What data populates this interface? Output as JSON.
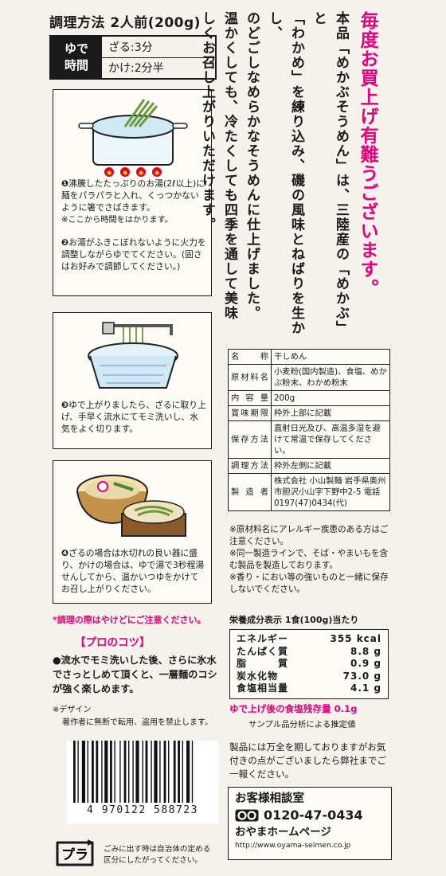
{
  "cooking": {
    "title": "調理方法 2人前(200g)",
    "boil_label_1": "ゆで",
    "boil_label_2": "時間",
    "zaru": "ざる:3分",
    "kake": "かけ:2分半"
  },
  "steps": [
    {
      "num": "❶",
      "text": "沸騰したたっぷりのお湯(2ℓ以上)に麺をパラパラと入れ、くっつかないように箸でさばきます。",
      "note": "※ここから時間をはかります。"
    },
    {
      "num": "❷",
      "text": "お湯がふきこぼれないように火力を調整しながらゆでてください。(固さはお好みで調節してください。)"
    },
    {
      "num": "❸",
      "text": "ゆで上がりましたら、ざるに取り上げ、手早く流水にてモミ洗いし、水気をよく切ります。"
    },
    {
      "num": "❹",
      "text": "ざるの場合は水切れの良い器に盛り、かけの場合は、ゆで湯で3秒程湯せんしてから、温かいつゆをかけてお召し上がりください。"
    }
  ],
  "caution": "*調理の際はやけどにご注意ください。",
  "pro_tip": {
    "title": "【プロのコツ】",
    "text": "●流水でモミ洗いした後、さらに氷水でさっとしめて頂くと、一層麺のコシが強く楽しめます。"
  },
  "design_note": "※デザイン",
  "copyright": "著作者に無断で転用、盗用を禁止します。",
  "barcode_number": "4 970122 588723",
  "recycle": {
    "mark": "プラ",
    "text_1": "ごみに出す時は自治体の定める",
    "text_2": "区分にしたがってください。"
  },
  "thanks": "毎度お買上げ有難うございます。",
  "intro_lines": [
    "本品「めかぶそうめん」は、三陸産の「めかぶ」と",
    "「わかめ」を練り込み、磯の風味とねばりを生かし、",
    "のどごしなめらかなそうめんに仕上げました。",
    "温かくしても、冷たくしても四季を通して美味",
    "しくお召し上がりいただけます。"
  ],
  "info_table": [
    {
      "label": "名　称",
      "value": "干しめん"
    },
    {
      "label": "原材料名",
      "value": "小麦粉(国内製造)、食塩、めかぶ粉末、わかめ粉末"
    },
    {
      "label": "内容量",
      "value": "200g"
    },
    {
      "label": "賞味期限",
      "value": "枠外上部に記載"
    },
    {
      "label": "保存方法",
      "value": "直射日光及び、高温多湿を避けて常温で保存してください。"
    },
    {
      "label": "調理方法",
      "value": "枠外左側に記載"
    },
    {
      "label": "製造者",
      "value": "株式会社 小山製麺 岩手県奥州市胆沢小山字下野中2-5 電話 0197(47)0434(代)"
    }
  ],
  "notes": [
    "※原材料名にアレルギー疾患のある方はご注意ください。",
    "※同一製造ラインで、そば・やまいもを含む製品を製造しております。",
    "※香り・におい等の強いものと一緒に保存しないでください。"
  ],
  "nutrition": {
    "title": "栄養成分表示 1食(100g)当たり",
    "rows": [
      {
        "label": "エネルギー",
        "value": "355 kcal"
      },
      {
        "label": "たんぱく質",
        "value": "8.8 g"
      },
      {
        "label": "脂　　　質",
        "value": "0.9 g"
      },
      {
        "label": "炭水化物",
        "value": "73.0 g"
      },
      {
        "label": "食塩相当量",
        "value": "4.1 g"
      }
    ],
    "salt_after": "ゆで上げ後の食塩残存量 0.1g",
    "analysis": "サンプル品分析による推定値"
  },
  "quality": "製品には万全を期しておりますがお気付きの点がございましたら弊社までご一報ください。",
  "contact": {
    "title": "お客様相談室",
    "phone": "0120-47-0434",
    "hp": "おやまホームページ",
    "url": "http://www.oyama-seimen.co.jp"
  },
  "colors": {
    "accent": "#e6007e",
    "ink": "#1a1a1a",
    "paper": "#f4f2ea"
  }
}
